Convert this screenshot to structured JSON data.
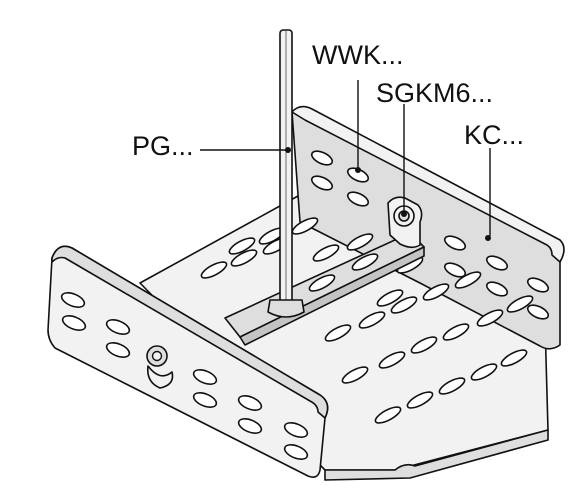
{
  "labels": {
    "wwk": "WWK...",
    "sgkm6": "SGKM6...",
    "kc": "KC...",
    "pg": "PG..."
  },
  "colors": {
    "line": "#111111",
    "metal_light": "#f2f2f2",
    "metal_mid": "#dedede",
    "metal_dark": "#c4c4c4",
    "slot": "#ffffff"
  }
}
